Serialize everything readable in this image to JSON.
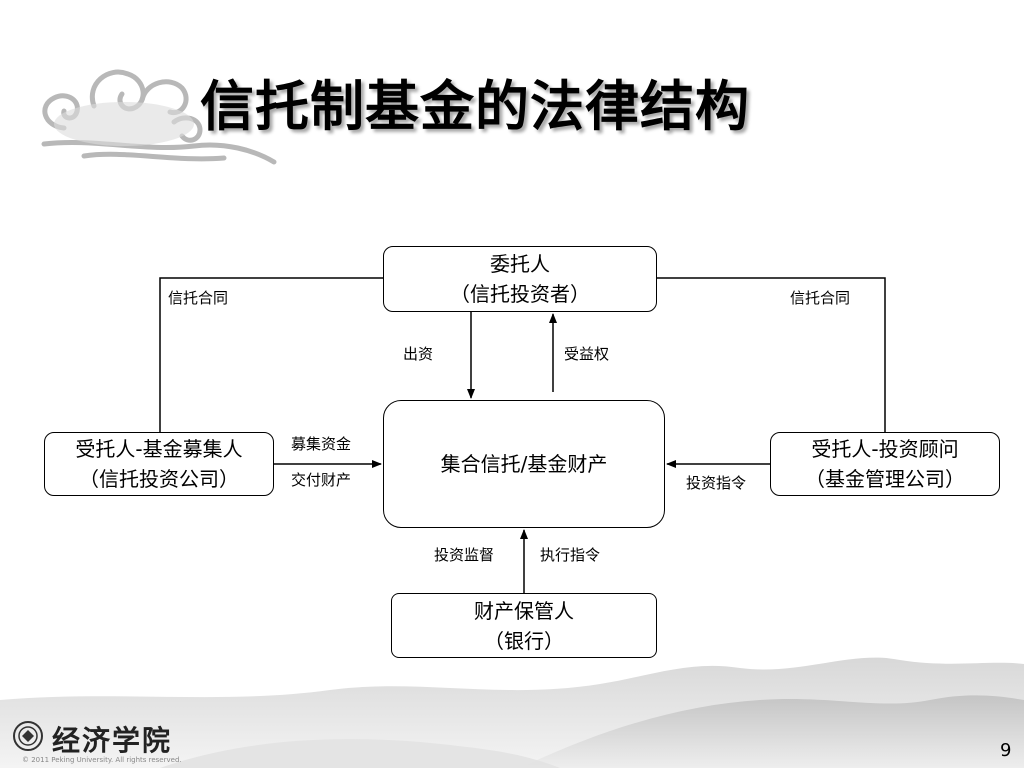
{
  "slide": {
    "title": "信托制基金的法律结构",
    "page_number": "9"
  },
  "diagram": {
    "nodes": {
      "entruster": {
        "line1": "委托人",
        "line2": "（信托投资者）"
      },
      "trustee_fund": {
        "line1": "受托人-基金募集人",
        "line2": "（信托投资公司）"
      },
      "trust_assets": {
        "line1": "集合信托/基金财产"
      },
      "trustee_advisor": {
        "line1": "受托人-投资顾问",
        "line2": "（基金管理公司）"
      },
      "custodian": {
        "line1": "财产保管人",
        "line2": "（银行）"
      }
    },
    "labels": {
      "contract_left": "信托合同",
      "contract_right": "信托合同",
      "capital_contribution": "出资",
      "beneficial_right": "受益权",
      "raise_funds": "募集资金",
      "deliver_property": "交付财产",
      "investment_instruction": "投资指令",
      "investment_supervision": "投资监督",
      "execute_instruction": "执行指令"
    }
  },
  "footer": {
    "logo_text": "经济学院",
    "copyright": "© 2011 Peking University. All rights reserved."
  }
}
